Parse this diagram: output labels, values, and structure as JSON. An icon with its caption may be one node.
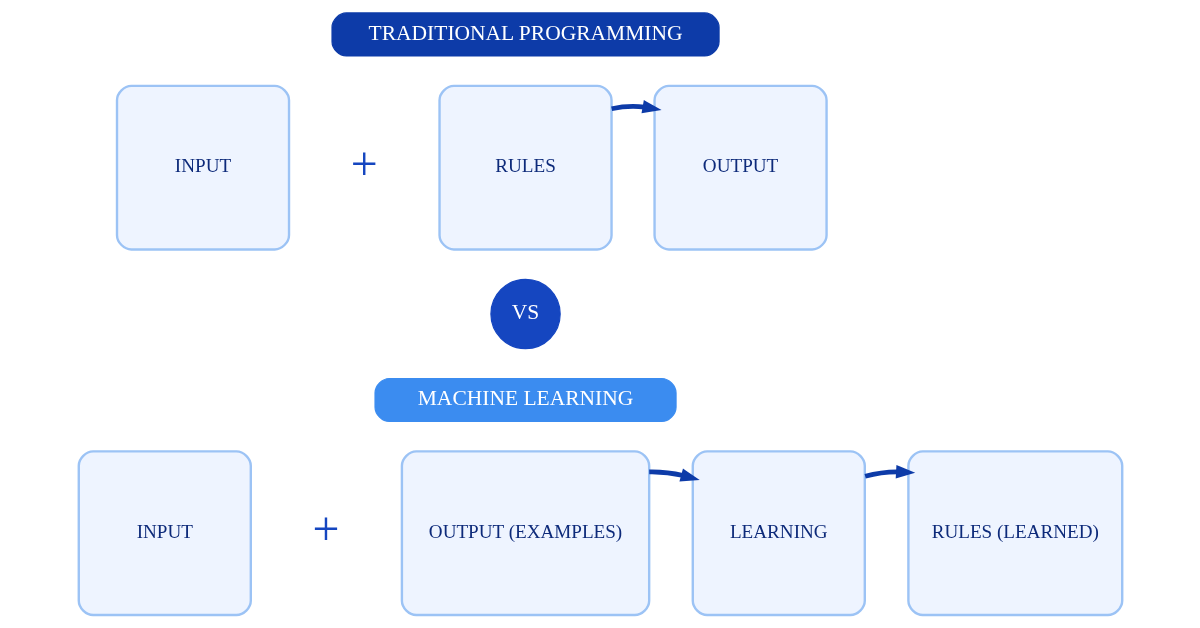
{
  "diagram": {
    "nodes": [
      {
        "text": [
          "TRADITIONAL PROGRAMMING"
        ]
      },
      {
        "text": [
          "INPUT"
        ]
      },
      {
        "text": [
          "RULES"
        ]
      },
      {
        "text": [
          "OUTPUT"
        ]
      },
      {
        "text": [
          "VS"
        ]
      },
      {
        "text": [
          "MACHINE LEARNING"
        ]
      },
      {
        "text": [
          "INPUT"
        ]
      },
      {
        "text": [
          "OUTPUT (EXAMPLES)"
        ]
      },
      {
        "text": [
          "LEARNING"
        ]
      },
      {
        "text": [
          "RULES (LEARNED)"
        ]
      }
    ],
    "edges": [
      {
        "from": 2,
        "to": 3,
        "arrow": "to"
      },
      {
        "from": 7,
        "to": 8,
        "arrow": "to"
      },
      {
        "from": 8,
        "to": 9,
        "arrow": "to"
      }
    ],
    "labels": [
      "+",
      "+"
    ]
  }
}
